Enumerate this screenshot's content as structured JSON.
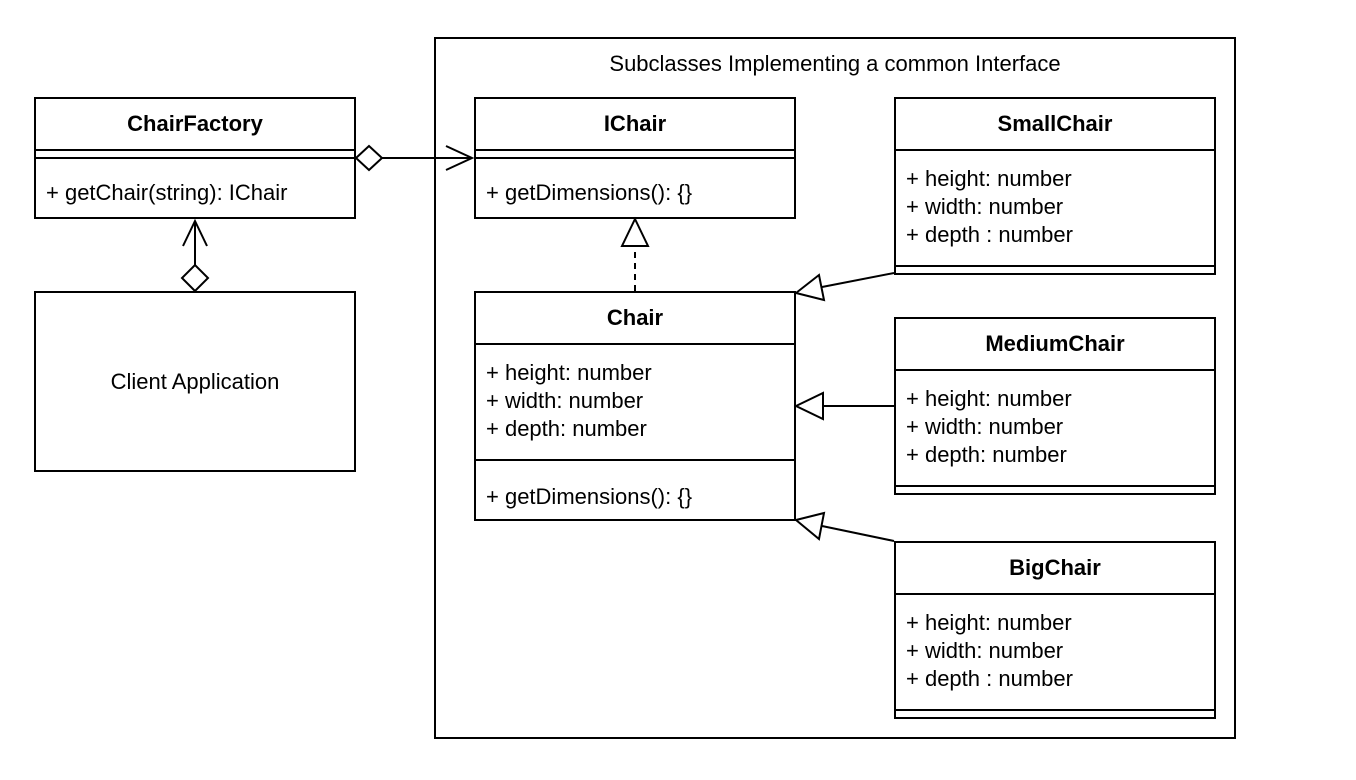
{
  "frame": {
    "title": "Subclasses Implementing a common Interface"
  },
  "chair_factory": {
    "name": "ChairFactory",
    "methods": [
      "+ getChair(string): IChair"
    ]
  },
  "client": {
    "label": "Client Application"
  },
  "ichair": {
    "name": "IChair",
    "methods": [
      "+ getDimensions(): {}"
    ]
  },
  "chair": {
    "name": "Chair",
    "attributes": [
      "+ height: number",
      "+ width: number",
      "+ depth: number"
    ],
    "methods": [
      "+ getDimensions(): {}"
    ]
  },
  "small_chair": {
    "name": "SmallChair",
    "attributes": [
      "+ height: number",
      "+ width: number",
      "+ depth : number"
    ]
  },
  "medium_chair": {
    "name": "MediumChair",
    "attributes": [
      "+ height: number",
      "+ width: number",
      "+ depth: number"
    ]
  },
  "big_chair": {
    "name": "BigChair",
    "attributes": [
      "+ height: number",
      "+ width: number",
      "+ depth : number"
    ]
  }
}
